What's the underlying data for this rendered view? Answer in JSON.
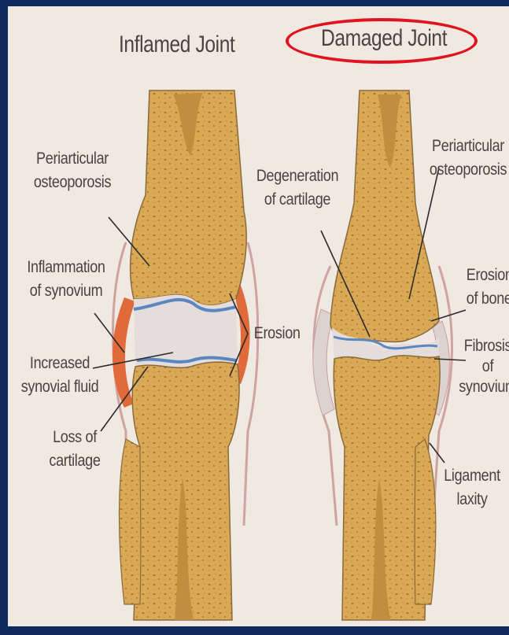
{
  "titles": {
    "inflamed": "Inflamed Joint",
    "damaged": "Damaged Joint"
  },
  "labels": {
    "periarticular_osteoporosis_left_1": "Periarticular",
    "periarticular_osteoporosis_left_2": "osteoporosis",
    "inflammation_synovium_1": "Inflammation",
    "inflammation_synovium_2": "of synovium",
    "increased_fluid_1": "Increased",
    "increased_fluid_2": "synovial fluid",
    "loss_cartilage_1": "Loss of",
    "loss_cartilage_2": "cartilage",
    "erosion": "Erosion",
    "degeneration_1": "Degeneration",
    "degeneration_2": "of cartilage",
    "periarticular_osteoporosis_right_1": "Periarticular",
    "periarticular_osteoporosis_right_2": "osteoporosis",
    "erosion_bone_1": "Erosion",
    "erosion_bone_2": "of bone",
    "fibrosis_1": "Fibrosis",
    "fibrosis_2": "of",
    "fibrosis_3": "synovium",
    "ligament_1": "Ligament",
    "ligament_2": "laxity"
  },
  "colors": {
    "highlight_oval": "#e0141f",
    "bone": "#d9a955",
    "background": "#efe9e2",
    "frame": "#0f2a5c"
  }
}
